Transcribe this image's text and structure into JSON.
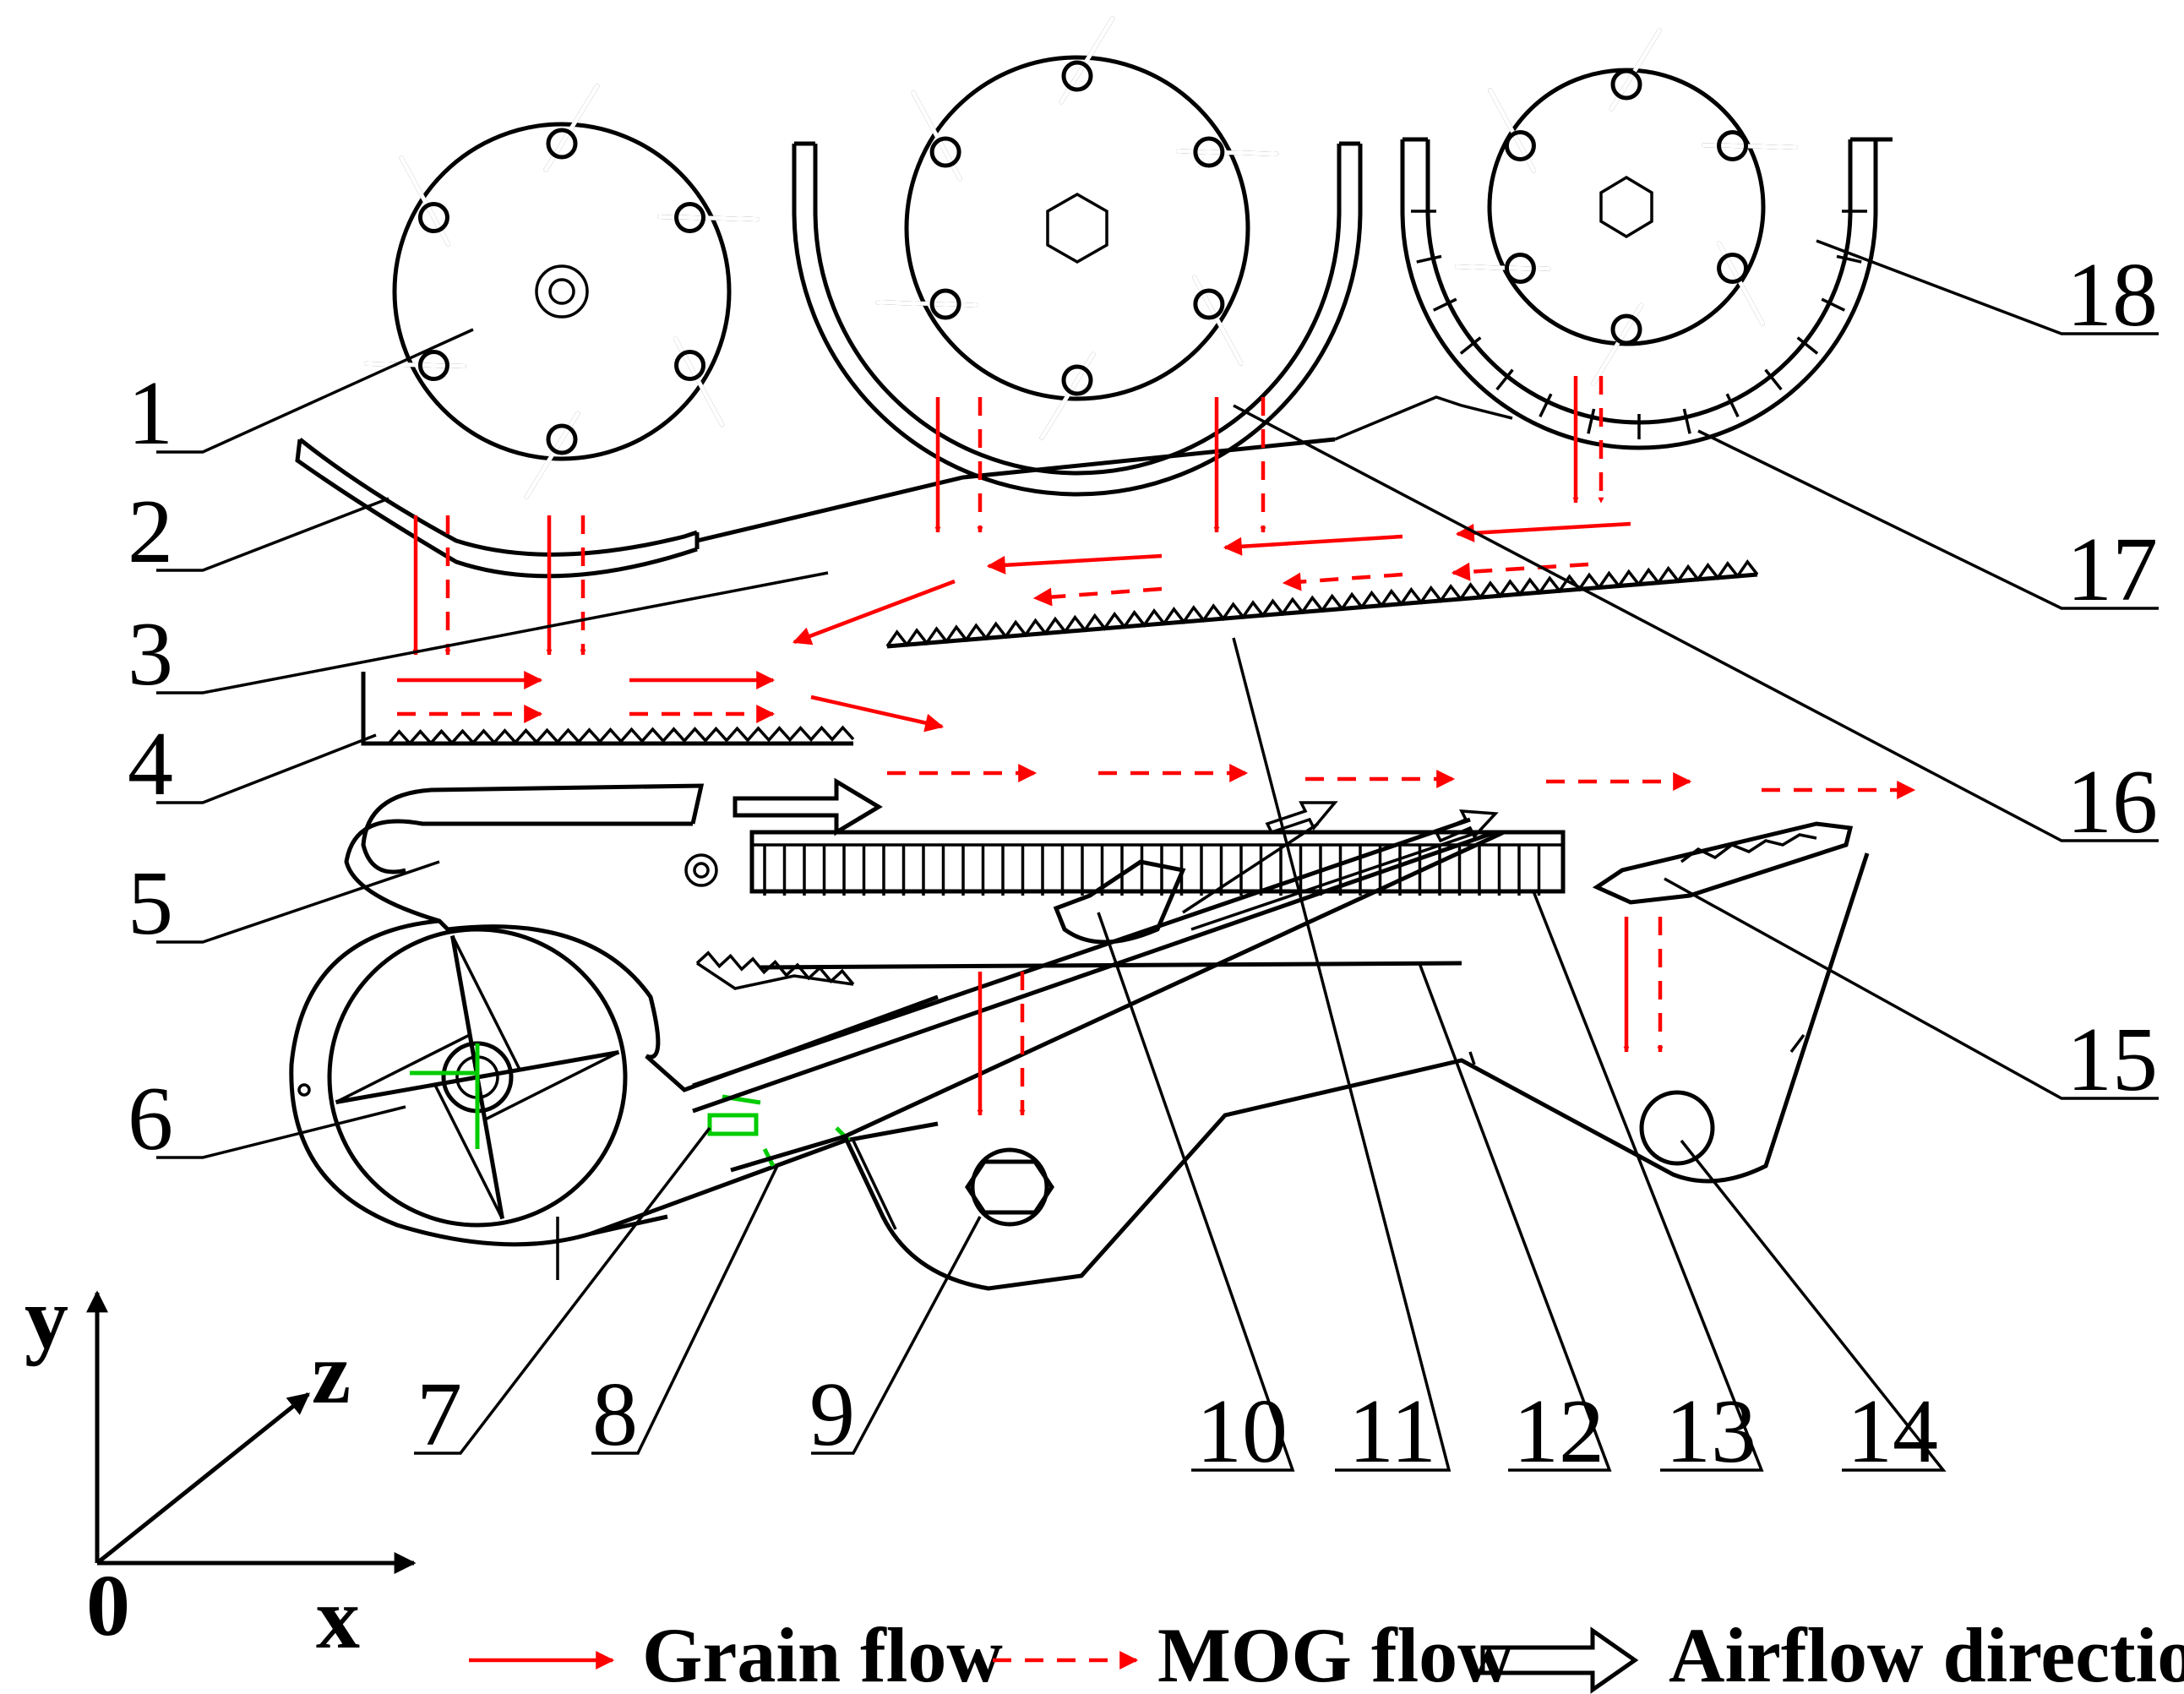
{
  "part_numbers": [
    "1",
    "2",
    "3",
    "4",
    "5",
    "6",
    "7",
    "8",
    "9",
    "10",
    "11",
    "12",
    "13",
    "14",
    "15",
    "16",
    "17",
    "18"
  ],
  "axes": {
    "y": "y",
    "z": "z",
    "origin": "0",
    "x": "x"
  },
  "legend": {
    "grain": "Grain flow",
    "mog": "MOG flow",
    "airflow": "Airflow direction"
  },
  "colors": {
    "flow": "#ff0000",
    "line": "#000000",
    "fan_detail": "#00cc00"
  }
}
